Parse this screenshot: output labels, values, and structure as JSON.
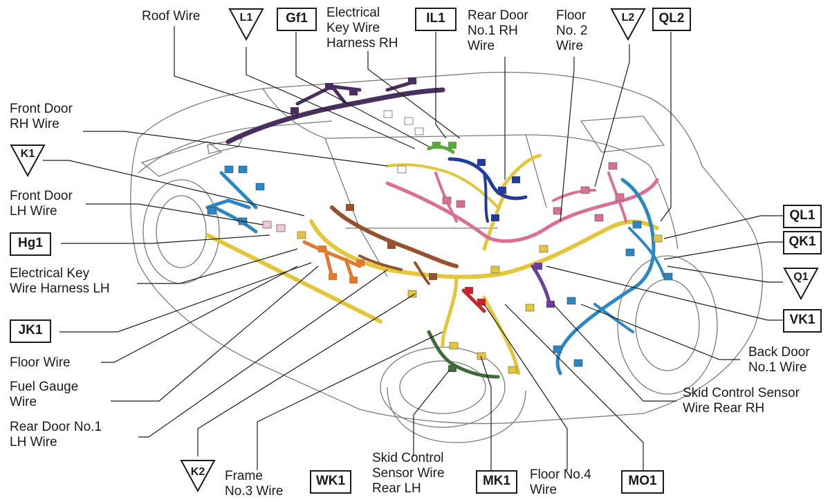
{
  "labels": {
    "roof_wire": "Roof Wire",
    "electrical_key_wire_harness_rh": "Electrical\nKey Wire\nHarness RH",
    "rear_door_no1_rh_wire": "Rear Door\nNo.1 RH\nWire",
    "floor_no2_wire": "Floor\nNo. 2\nWire",
    "front_door_rh_wire": "Front Door\nRH Wire",
    "front_door_lh_wire": "Front Door\nLH Wire",
    "electrical_key_wire_harness_lh": "Electrical Key\nWire Harness LH",
    "floor_wire": "Floor Wire",
    "fuel_gauge_wire": "Fuel Gauge\nWire",
    "rear_door_no1_lh_wire": "Rear Door No.1\nLH Wire",
    "frame_no3_wire": "Frame\nNo.3 Wire",
    "skid_control_sensor_wire_rear_lh": "Skid Control\nSensor Wire\nRear LH",
    "floor_no4_wire": "Floor No.4\nWire",
    "back_door_no1_wire": "Back Door\nNo.1 Wire",
    "skid_control_sensor_wire_rear_rh": "Skid Control Sensor\nWire Rear RH"
  },
  "codes": {
    "l1": "L1",
    "gf1": "Gf1",
    "il1": "IL1",
    "l2": "L2",
    "ql2": "QL2",
    "k1": "K1",
    "hg1": "Hg1",
    "jk1": "JK1",
    "ql1": "QL1",
    "qk1": "QK1",
    "q1": "Q1",
    "vk1": "VK1",
    "k2": "K2",
    "wk1": "WK1",
    "mk1": "MK1",
    "mo1": "MO1"
  },
  "colors": {
    "roof_wire": "#4a2f5e",
    "floor_wire": "#e3c63a",
    "floor_no2_wire": "#d96f95",
    "rear_door_rh": "#233c9c",
    "door_blue": "#2b87c4",
    "front_door_lh": "#2b87c4",
    "frame_brown": "#96512e",
    "orange": "#e07a2f",
    "green": "#5aa83c",
    "red": "#c3272e",
    "dark_green": "#3f6b3a",
    "purple": "#6a3f9a"
  }
}
